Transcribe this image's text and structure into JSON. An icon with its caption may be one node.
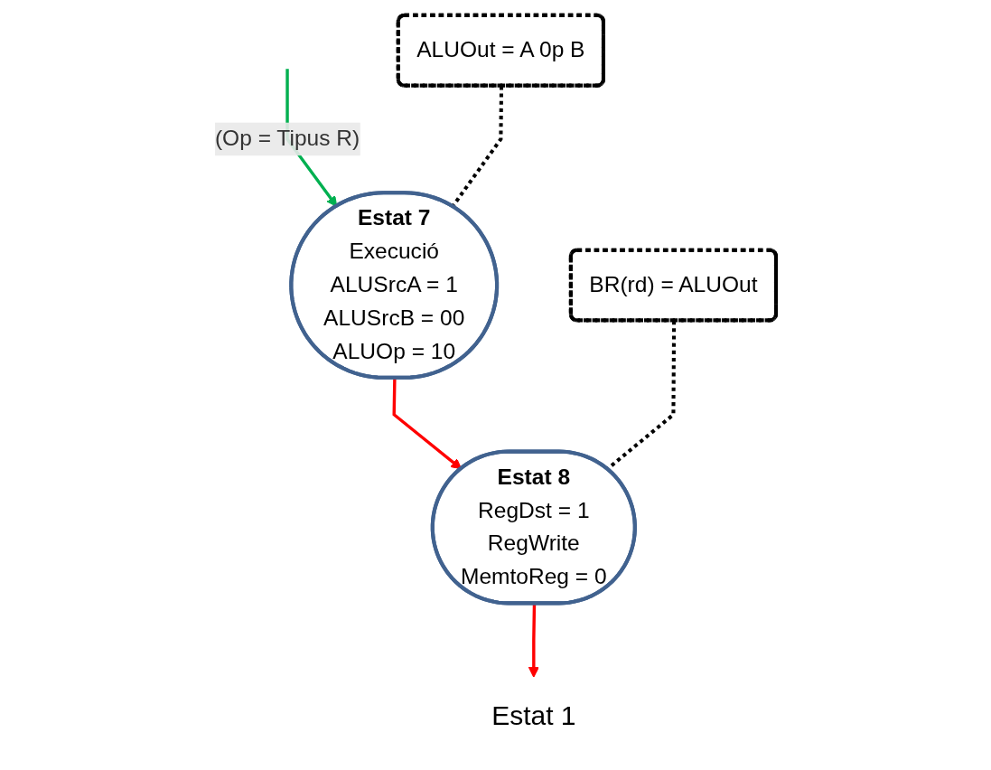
{
  "diagram": {
    "nodes": [
      {
        "text": [
          "Estat 7",
          "Execució",
          "ALUSrcA = 1",
          "ALUSrcB = 00",
          "ALUOp = 10"
        ]
      },
      {
        "text": [
          "ALUOut = A 0p B"
        ]
      },
      {
        "text": [
          "Estat 8",
          "RegDst = 1",
          "RegWrite",
          "MemtoReg = 0"
        ]
      },
      {
        "text": [
          "BR(rd) = ALUOut"
        ]
      },
      {
        "text": [
          "Estat 1"
        ]
      }
    ],
    "edges": [
      {
        "from": null,
        "to": 0,
        "arrow": "to",
        "label": "(Op = Tipus R)",
        "color": "#00b050"
      },
      {
        "from": 1,
        "to": 0,
        "arrow": "none",
        "style": "dashed",
        "color": "#000000"
      },
      {
        "from": 0,
        "to": 2,
        "arrow": "to",
        "color": "#ff0000"
      },
      {
        "from": 3,
        "to": 2,
        "arrow": "none",
        "style": "dashed",
        "color": "#000000"
      },
      {
        "from": 2,
        "to": 4,
        "arrow": "to",
        "color": "#ff0000"
      }
    ]
  }
}
